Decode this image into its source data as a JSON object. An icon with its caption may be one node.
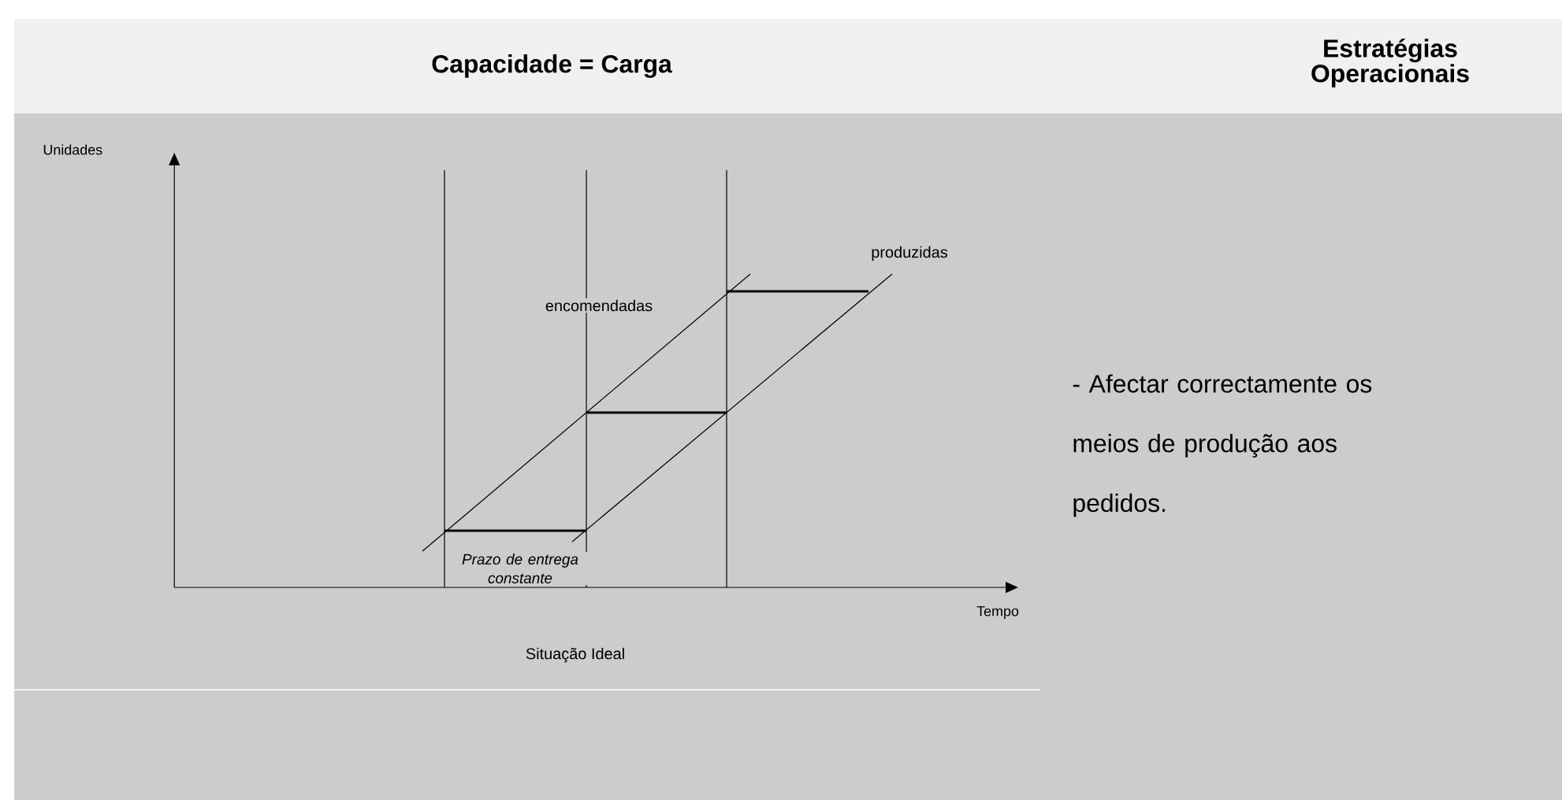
{
  "diagram": {
    "labels": [
      "Capacidade = Carga",
      "Estratégias Operacionais",
      "Unidades",
      "produzidas",
      "encomendadas",
      "- Afectar correctamente os meios de produção aos pedidos.",
      "Prazo de entrega constante",
      "Tempo",
      "Situação Ideal"
    ]
  }
}
